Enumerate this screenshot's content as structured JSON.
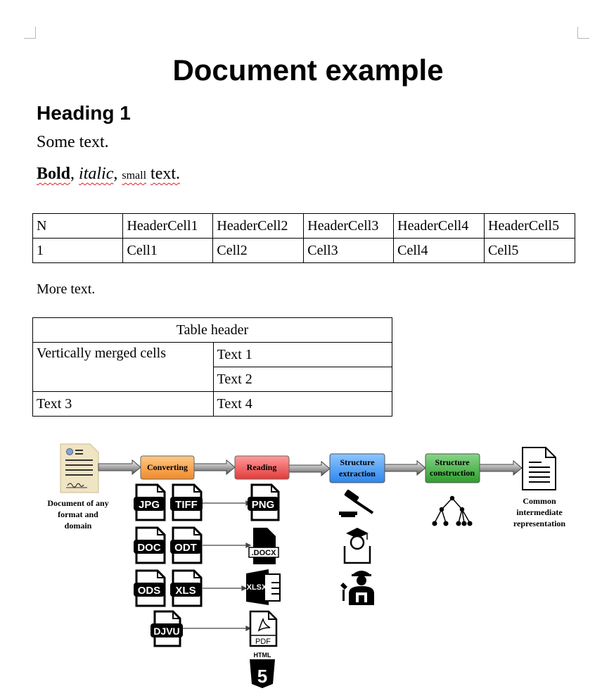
{
  "document": {
    "title": "Document example",
    "heading1": "Heading 1",
    "paragraph1": "Some text.",
    "rich": {
      "bold": "Bold",
      "sep1": ", ",
      "italic": "italic",
      "sep2": ", ",
      "small": "small",
      "sep3": " ",
      "text": "text."
    },
    "paragraph2": "More text."
  },
  "table1": {
    "headers": [
      "N",
      "HeaderCell1",
      "HeaderCell2",
      "HeaderCell3",
      "HeaderCell4",
      "HeaderCell5"
    ],
    "row": [
      "1",
      "Cell1",
      "Cell2",
      "Cell3",
      "Cell4",
      "Cell5"
    ]
  },
  "table2": {
    "header": "Table header",
    "merged": "Vertically merged cells",
    "text1": "Text 1",
    "text2": "Text 2",
    "text3": "Text 3",
    "text4": "Text 4"
  },
  "diagram": {
    "source_label": [
      "Document of any",
      "format and",
      "domain"
    ],
    "steps": [
      "Converting",
      "Reading",
      "Structure extraction",
      "Structure construction"
    ],
    "step_lines": [
      [
        "Converting"
      ],
      [
        "Reading"
      ],
      [
        "Structure",
        "extraction"
      ],
      [
        "Structure",
        "construction"
      ]
    ],
    "target_label": [
      "Common",
      "intermediate",
      "representation"
    ],
    "step_colors": [
      "#f7a24a",
      "#ee5a5a",
      "#4a9ef0",
      "#4cb54c"
    ],
    "input_formats": [
      "JPG",
      "TIFF",
      "DOC",
      "ODT",
      "ODS",
      "XLS",
      "DJVU"
    ],
    "output_formats": [
      "PNG",
      ".DOCX",
      "XLSX",
      "PDF",
      "HTML"
    ],
    "icons": [
      "document-icon",
      "gavel-icon",
      "graduate-icon",
      "worker-icon",
      "tree-icon",
      "output-document-icon"
    ]
  }
}
